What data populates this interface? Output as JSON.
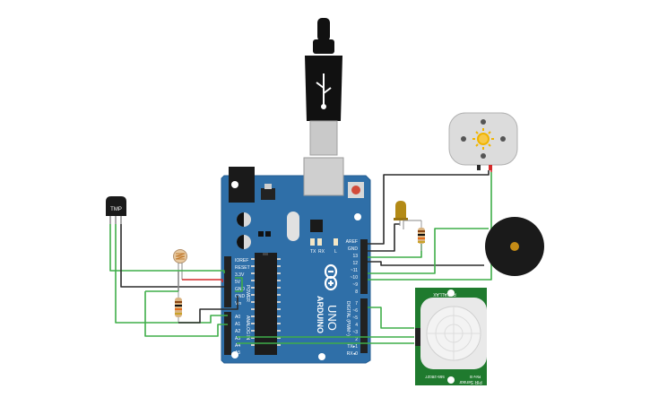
{
  "canvas_bg": "#ffffff",
  "components": {
    "temp_sensor": {
      "label": "TMP",
      "icon": "temperature-sensor-icon"
    },
    "arduino": {
      "brand": "ARDUINO",
      "model": "UNO",
      "tx_label": "TX",
      "rx_label": "RX",
      "l_label": "L",
      "digital_section": "DIGITAL (PWM~)",
      "analog_section": "ANALOG IN",
      "power_section": "POWER",
      "power_pins": [
        "IOREF",
        "RESET",
        "3.3V",
        "5V",
        "GND",
        "GND",
        "Vin"
      ],
      "analog_pins": [
        "A0",
        "A1",
        "A2",
        "A3",
        "A4",
        "A5"
      ],
      "top_pins": [
        "AREF",
        "GND",
        "13",
        "12",
        "~11",
        "~10",
        "~9",
        "8"
      ],
      "bottom_pins": [
        "7",
        "~6",
        "~5",
        "4",
        "~3",
        "2",
        "TX▸1",
        "RX◂0"
      ]
    },
    "pir_sensor": {
      "label_top": "PARALLAX",
      "label_bottom": "PIR Sensor",
      "part_no": "555-28027",
      "revision": "Rev B"
    },
    "dc_motor": {
      "icon": "dc-motor-icon"
    },
    "buzzer": {
      "icon": "piezo-buzzer-icon"
    },
    "led": {
      "icon": "led-icon"
    },
    "photoresistor": {
      "icon": "photoresistor-icon"
    },
    "usb_cable": {
      "icon": "usb-cable-icon"
    }
  },
  "colors": {
    "board": "#2f6fa8",
    "board_dark": "#245e92",
    "wire_green": "#3fae49",
    "wire_black": "#2b2b2b",
    "wire_red": "#d42a2a",
    "pir_green": "#1f7a2e",
    "header": "#222222"
  }
}
